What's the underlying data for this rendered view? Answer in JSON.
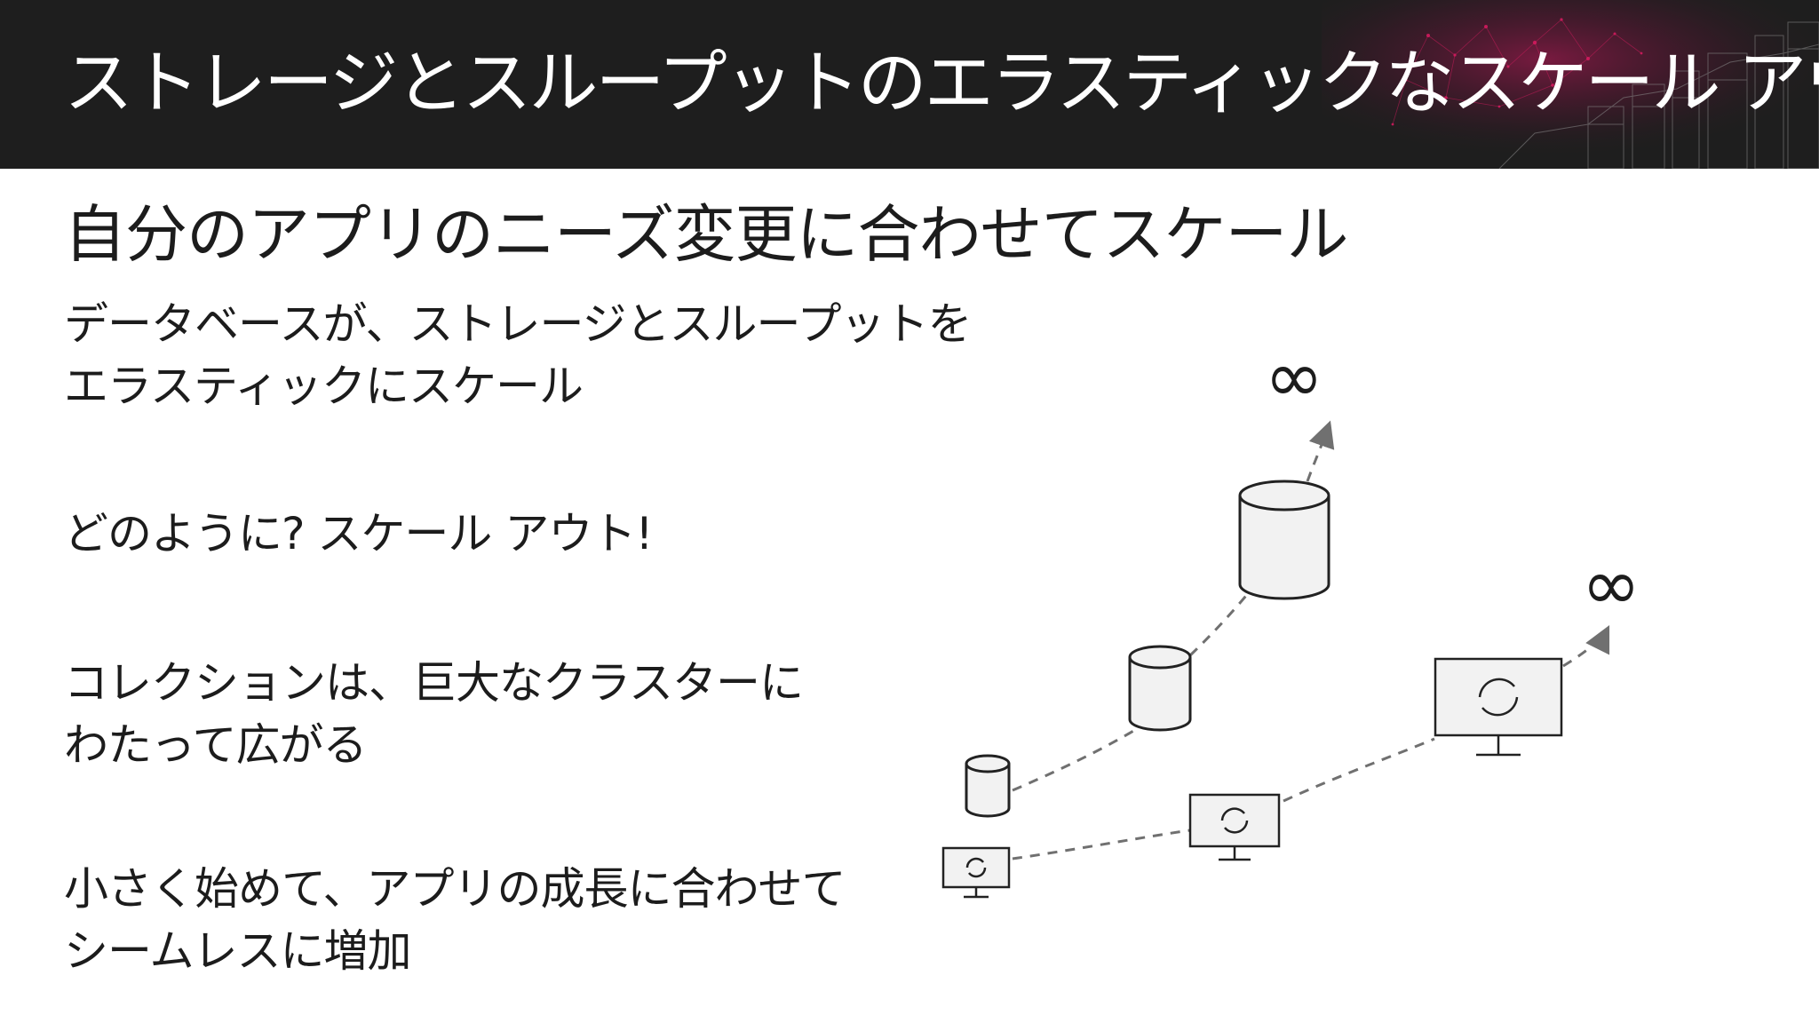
{
  "slide": {
    "title": "ストレージとスループットのエラスティックなスケール アウト",
    "subtitle": "自分のアプリのニーズ変更に合わせてスケール",
    "bullets": [
      {
        "lines": [
          "データベースが、ストレージとスループットを",
          "エラスティックにスケール"
        ]
      },
      {
        "lines": [
          "どのように? スケール アウト!"
        ]
      },
      {
        "lines": [
          "コレクションは、巨大なクラスターに",
          "わたって広がる"
        ]
      },
      {
        "lines": [
          "小さく始めて、アプリの成長に合わせて",
          "シームレスに増加"
        ]
      }
    ]
  },
  "diagram": {
    "storage_infinity_label": "∞",
    "throughput_infinity_label": "∞",
    "storage_growth_levels": [
      "small",
      "medium",
      "large"
    ],
    "throughput_growth_levels": [
      "small",
      "medium",
      "large"
    ],
    "icons": [
      "database-icon",
      "monitor-sync-icon",
      "dashed-arrow-icon"
    ]
  },
  "colors": {
    "header_background": "#1e1e1e",
    "header_text": "#ffffff",
    "header_accent": "#c2185b",
    "body_text": "#1c1c1c",
    "icon_stroke": "#222222",
    "icon_fill": "#f2f2f2",
    "arrow": "#707070"
  }
}
